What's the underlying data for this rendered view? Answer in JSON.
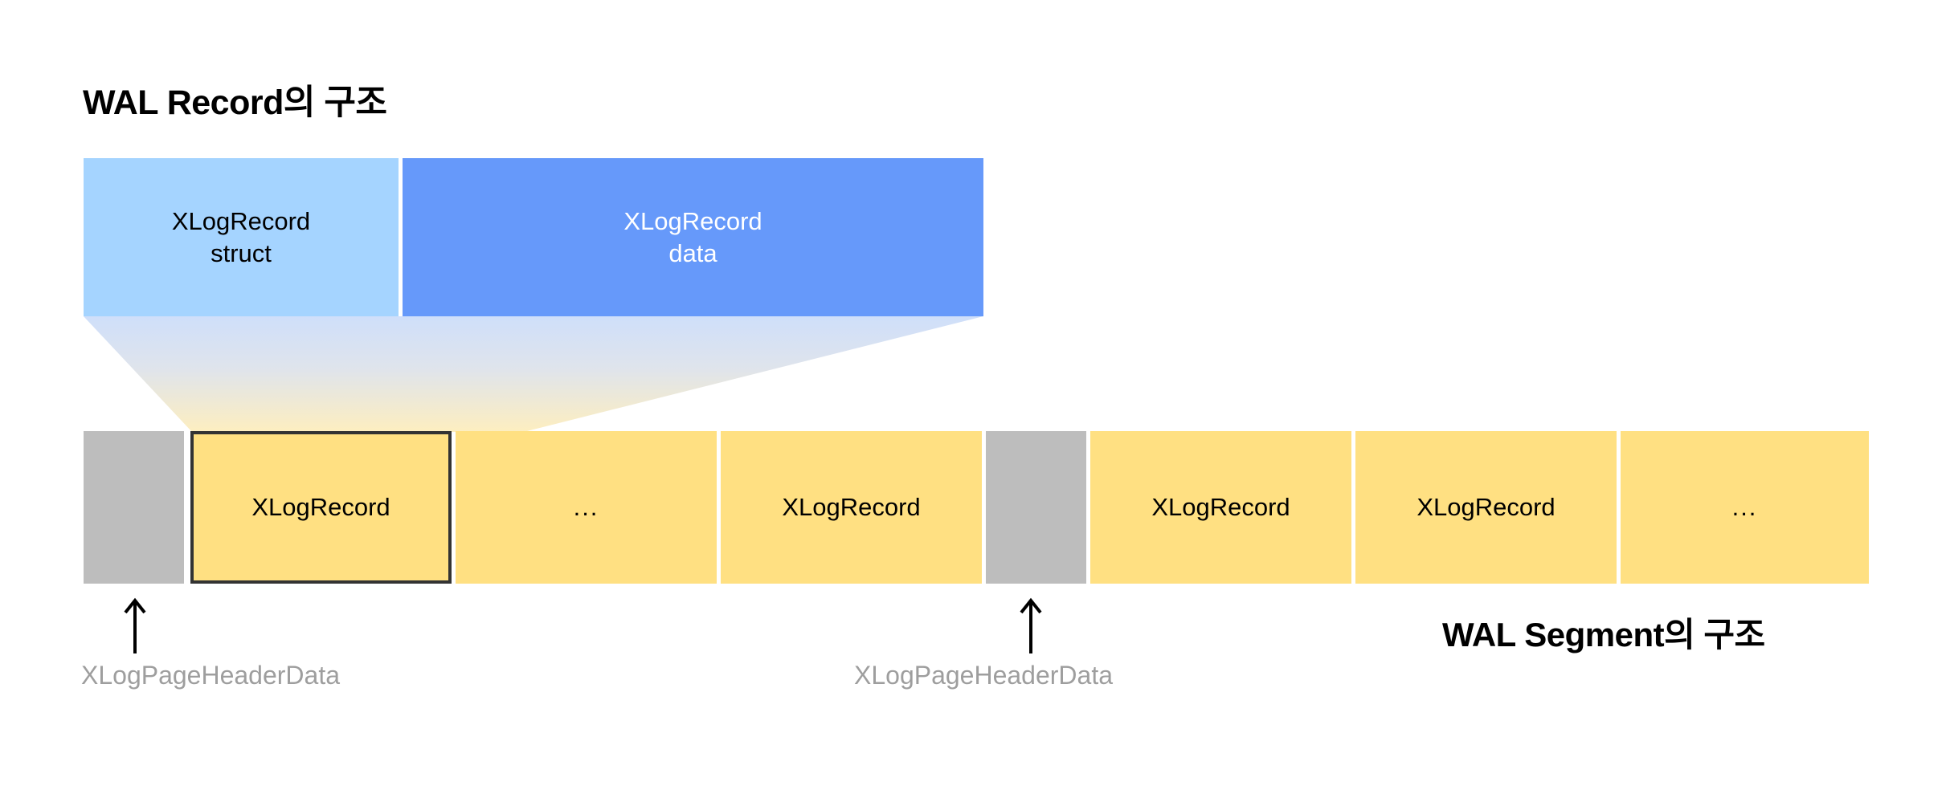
{
  "diagram": {
    "record_section": {
      "title": "WAL Record의 구조",
      "blocks": [
        {
          "id": "xlogrecord-struct",
          "label": "XLogRecord\nstruct",
          "line1": "XLogRecord",
          "line2": "struct",
          "fill": "#a5d4ff",
          "text_color": "#000000"
        },
        {
          "id": "xlogrecord-data",
          "label": "XLogRecord\ndata",
          "line1": "XLogRecord",
          "line2": "data",
          "fill": "#6699fa",
          "text_color": "#ffffff"
        }
      ]
    },
    "segment_section": {
      "title": "WAL Segment의 구조",
      "cells": [
        {
          "id": "page-header-1",
          "label": "",
          "kind": "header",
          "fill": "#bdbdbd"
        },
        {
          "id": "record-1",
          "label": "XLogRecord",
          "kind": "highlight",
          "fill": "#ffe082",
          "border": "#333333"
        },
        {
          "id": "ellipsis-1",
          "label": "...",
          "kind": "ellipsis",
          "fill": "#ffe082"
        },
        {
          "id": "record-2",
          "label": "XLogRecord",
          "kind": "record",
          "fill": "#ffe082"
        },
        {
          "id": "page-header-2",
          "label": "",
          "kind": "header",
          "fill": "#bdbdbd"
        },
        {
          "id": "record-3",
          "label": "XLogRecord",
          "kind": "record",
          "fill": "#ffe082"
        },
        {
          "id": "record-4",
          "label": "XLogRecord",
          "kind": "record",
          "fill": "#ffe082"
        },
        {
          "id": "ellipsis-2",
          "label": "...",
          "kind": "ellipsis",
          "fill": "#ffe082"
        }
      ],
      "pointers": [
        {
          "id": "pointer-1",
          "label": "XLogPageHeaderData",
          "color": "#9e9e9e"
        },
        {
          "id": "pointer-2",
          "label": "XLogPageHeaderData",
          "color": "#9e9e9e"
        }
      ]
    },
    "connector": {
      "id": "zoom-funnel",
      "gradient_from": "#cfdffa",
      "gradient_to": "#fdeec0"
    }
  }
}
